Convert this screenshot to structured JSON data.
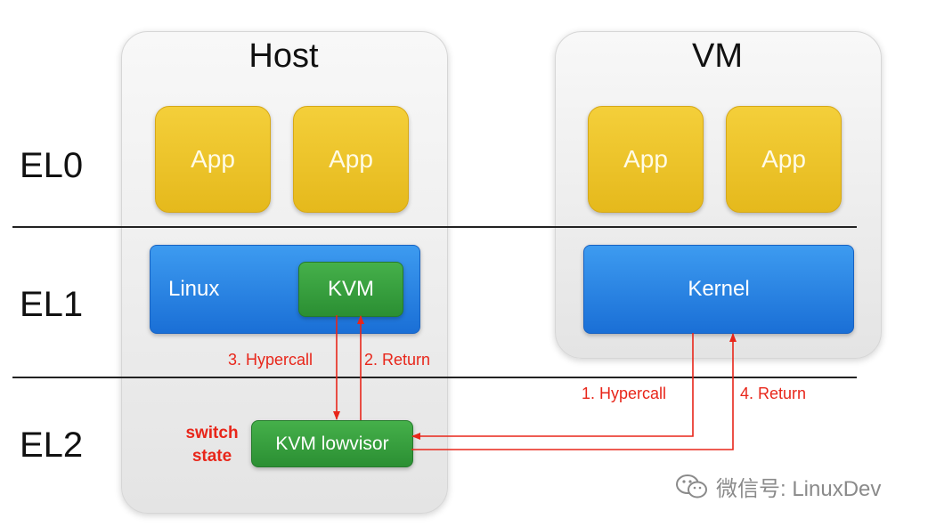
{
  "panels": {
    "host": {
      "title": "Host"
    },
    "vm": {
      "title": "VM"
    }
  },
  "exception_levels": [
    "EL0",
    "EL1",
    "EL2"
  ],
  "host": {
    "apps": [
      "App",
      "App"
    ],
    "linux_label": "Linux",
    "kvm_label": "KVM",
    "lowvisor_label": "KVM lowvisor",
    "switch_state": [
      "switch",
      "state"
    ]
  },
  "vm": {
    "apps": [
      "App",
      "App"
    ],
    "kernel_label": "Kernel"
  },
  "flow_labels": {
    "hypercall_1": "1. Hypercall",
    "return_2": "2. Return",
    "hypercall_3": "3. Hypercall",
    "return_4": "4. Return"
  },
  "watermark": {
    "icon": "wechat-icon",
    "text": "微信号: LinuxDev"
  },
  "colors": {
    "app_yellow": "#f0c82a",
    "blue": "#2a82e4",
    "green": "#38a23f",
    "arrow_red": "#e8261a",
    "panel_gray": "#ececec"
  }
}
